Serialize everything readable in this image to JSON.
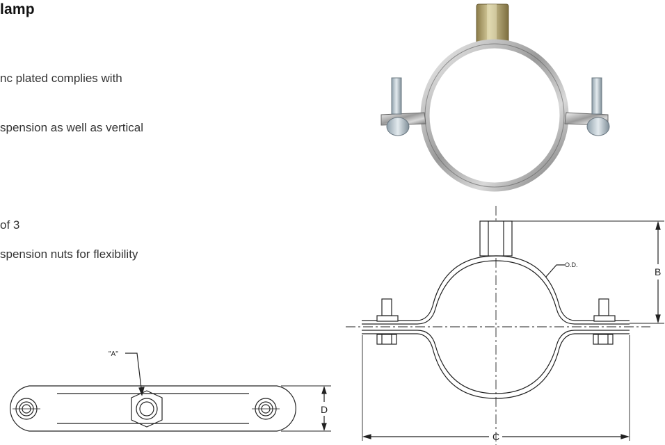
{
  "heading": "lamp",
  "body_lines": [
    "nc plated complies with",
    "spension as well as vertical",
    "of 3",
    "spension nuts for flexibility"
  ],
  "drawing_labels": {
    "a": "\"A\"",
    "od": "O.D.",
    "b": "B",
    "c": "C",
    "d": "D"
  }
}
